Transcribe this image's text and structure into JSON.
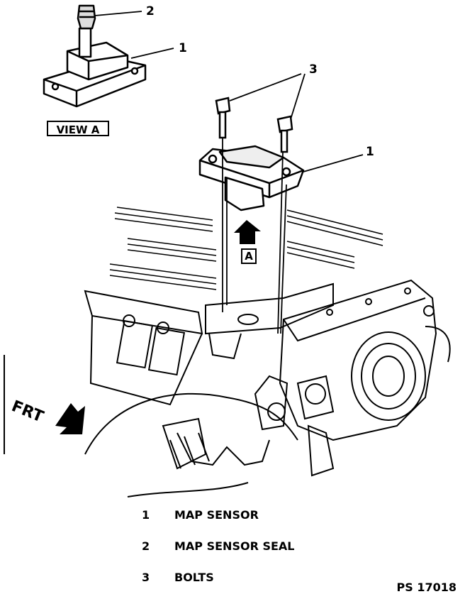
{
  "view_label": "VIEW A",
  "arrow_label": "A",
  "front_label": "FRT",
  "callouts": {
    "view_a_part_1": "1",
    "view_a_part_2": "2",
    "main_part_3": "3",
    "main_part_1": "1"
  },
  "legend": [
    {
      "number": "1",
      "text": "MAP SENSOR"
    },
    {
      "number": "2",
      "text": "MAP SENSOR SEAL"
    },
    {
      "number": "3",
      "text": "BOLTS"
    }
  ],
  "figure_ref": "PS 17018"
}
